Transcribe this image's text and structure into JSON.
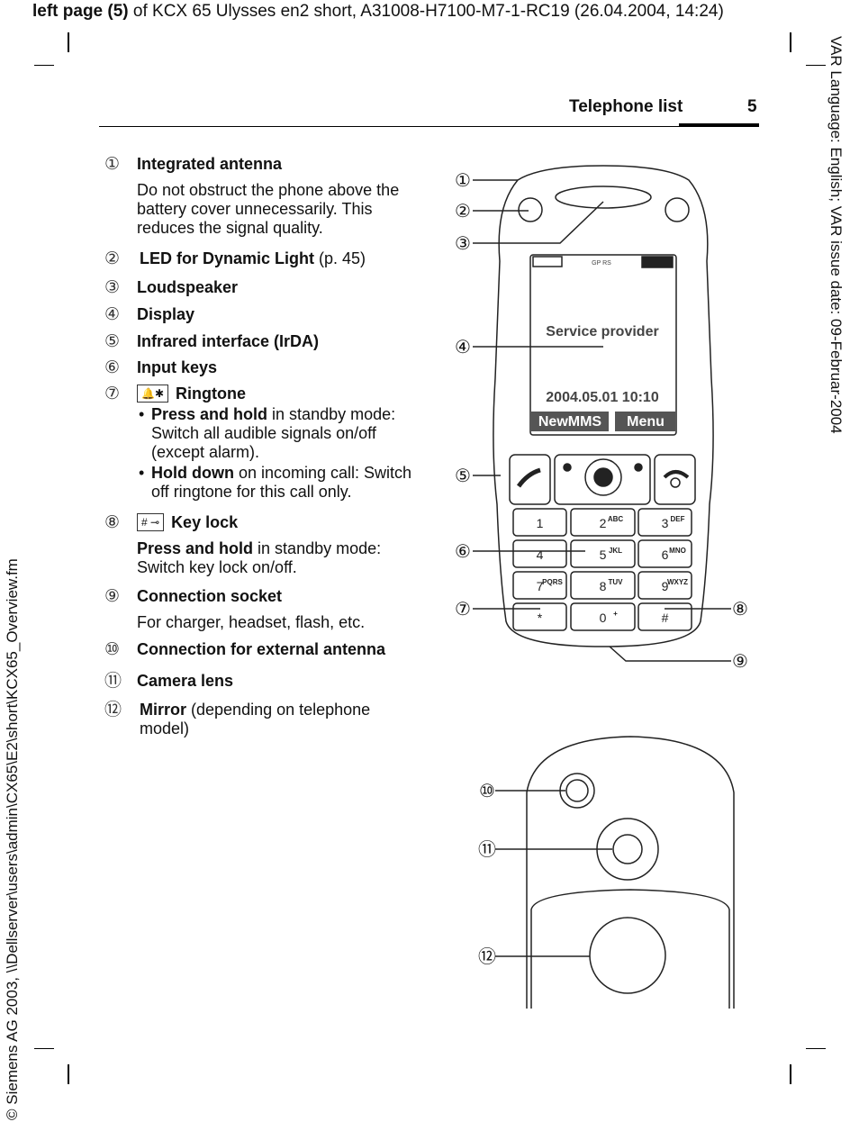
{
  "header": {
    "prefix": "left page (5)",
    "rest": " of KCX 65 Ulysses en2 short, A31008-H7100-M7-1-RC19 (26.04.2004, 14:24)"
  },
  "side_right": "VAR Language: English; VAR issue date: 09-Februar-2004",
  "side_left": "© Siemens AG 2003, \\\\Dellserver\\users\\admin\\CX65\\E2\\short\\KCX65_Overview.fm",
  "running_head": {
    "title": "Telephone list",
    "page": "5"
  },
  "items": [
    {
      "num": "①",
      "title": "Integrated antenna",
      "desc": "Do not obstruct the phone above the battery cover unnecessarily. This reduces the signal quality."
    },
    {
      "num": "②",
      "title": "LED for Dynamic Light",
      "suffix": " (p. 45)"
    },
    {
      "num": "③",
      "title": "Loudspeaker"
    },
    {
      "num": "④",
      "title": "Display"
    },
    {
      "num": "⑤",
      "title": "Infrared interface (IrDA)"
    },
    {
      "num": "⑥",
      "title": "Input keys"
    },
    {
      "num": "⑦",
      "key": "🔔✱",
      "title": "Ringtone",
      "bullets": [
        {
          "bold": "Press and hold",
          "text": " in standby mode: Switch all audible signals on/off (except alarm)."
        },
        {
          "bold": "Hold down",
          "text": " on incoming call: Switch off ringtone for this call only."
        }
      ]
    },
    {
      "num": "⑧",
      "key": "# ⊸",
      "title": "Key lock",
      "desc_bold": "Press and hold",
      "desc_rest": " in standby mode: Switch key lock on/off."
    },
    {
      "num": "⑨",
      "title": "Connection socket",
      "desc": "For charger, headset, flash, etc."
    },
    {
      "num": "⑩",
      "title": "Connection for external antenna"
    },
    {
      "num": "⑪",
      "title": "Camera lens"
    },
    {
      "num": "⑫",
      "title": "Mirror",
      "suffix": " (depending on telephone model)"
    }
  ],
  "phone": {
    "screen_provider": "Service provider",
    "screen_datetime": "2004.05.01   10:10",
    "softkey_left": "NewMMS",
    "softkey_right": "Menu",
    "gprs_label": "GP RS",
    "keys": [
      "1",
      "2",
      "3",
      "4",
      "5",
      "6",
      "7",
      "8",
      "9",
      "*",
      "0",
      "#"
    ],
    "key_letters": [
      "",
      "ABC",
      "DEF",
      "",
      "JKL",
      "MNO",
      "PQRS",
      "TUV",
      "WXYZ",
      "",
      "+",
      ""
    ],
    "callouts": [
      "①",
      "②",
      "③",
      "④",
      "⑤",
      "⑥",
      "⑦",
      "⑧",
      "⑨",
      "⑩",
      "⑪",
      "⑫"
    ]
  }
}
